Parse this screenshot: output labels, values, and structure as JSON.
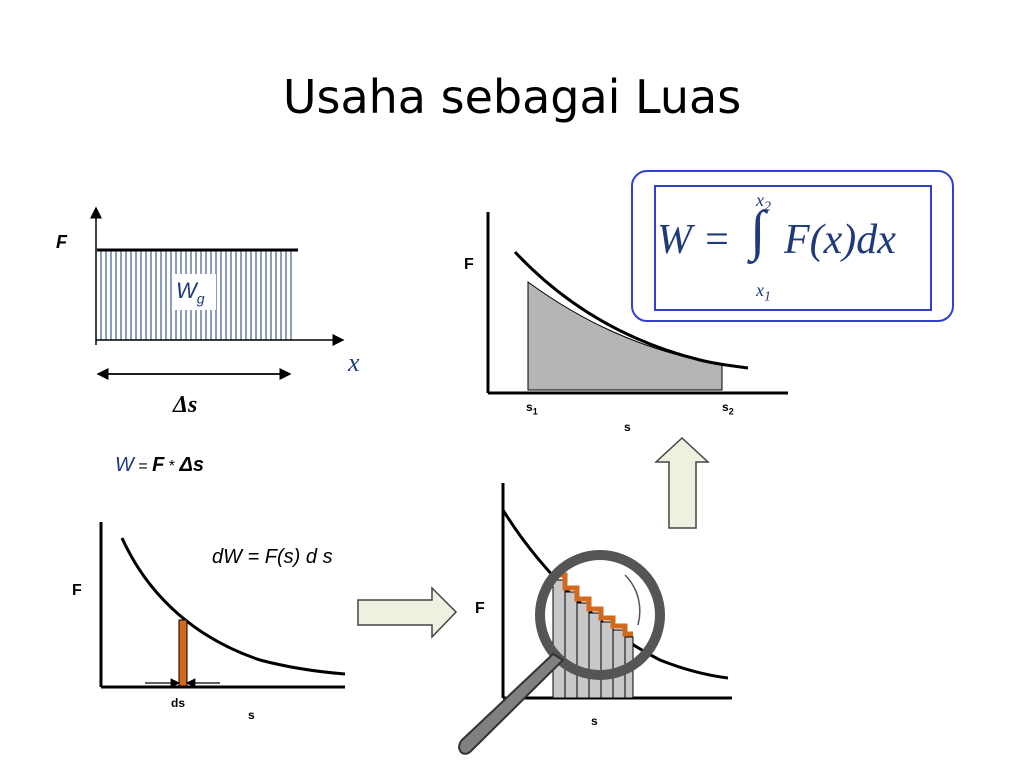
{
  "title": "Usaha sebagai Luas",
  "panel_constant": {
    "y_label": "F",
    "area_label_main": "W",
    "area_label_sub": "g",
    "x_label": "x",
    "delta_label": "Δs",
    "equation_w": "W",
    "equation_eq": " = ",
    "equation_f": "F",
    "equation_star": " * ",
    "equation_ds": "Δs"
  },
  "panel_curve_area": {
    "y_label": "F",
    "x_label": "s",
    "x1_label": "s",
    "x1_sub": "1",
    "x2_label": "s",
    "x2_sub": "2"
  },
  "formula": {
    "lhs": "W = ",
    "upper": "x",
    "upper_sub": "2",
    "lower": "x",
    "lower_sub": "1",
    "integral": "∫",
    "rhs": "F(x)dx"
  },
  "panel_dw": {
    "equation": "dW = F(s) d s",
    "y_label": "F",
    "x_label": "s",
    "strip_label": "ds"
  },
  "panel_magnifier": {
    "y_label": "F",
    "x_label": "s"
  },
  "colors": {
    "accent_blue": "#2f3fd0",
    "text_blue": "#1f3a7a",
    "strip_orange": "#d2691e",
    "area_gray": "#b5b5b5",
    "arrow_fill": "#f0f0e0"
  }
}
